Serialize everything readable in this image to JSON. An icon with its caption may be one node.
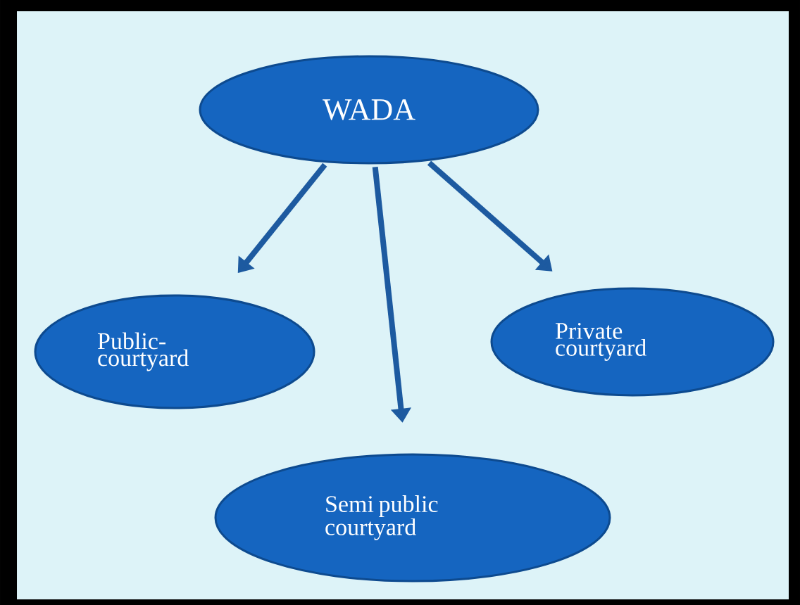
{
  "diagram": {
    "nodes": [
      {
        "text": [
          "WADA"
        ]
      },
      {
        "text": [
          "Public- courtyard"
        ]
      },
      {
        "text": [
          "Private courtyard"
        ]
      },
      {
        "text": [
          "Semi public courtyard"
        ]
      }
    ],
    "edges": [
      {
        "from": 0,
        "to": 1,
        "arrow": "to"
      },
      {
        "from": 0,
        "to": 3,
        "arrow": "to"
      },
      {
        "from": 0,
        "to": 2,
        "arrow": "to"
      }
    ]
  }
}
